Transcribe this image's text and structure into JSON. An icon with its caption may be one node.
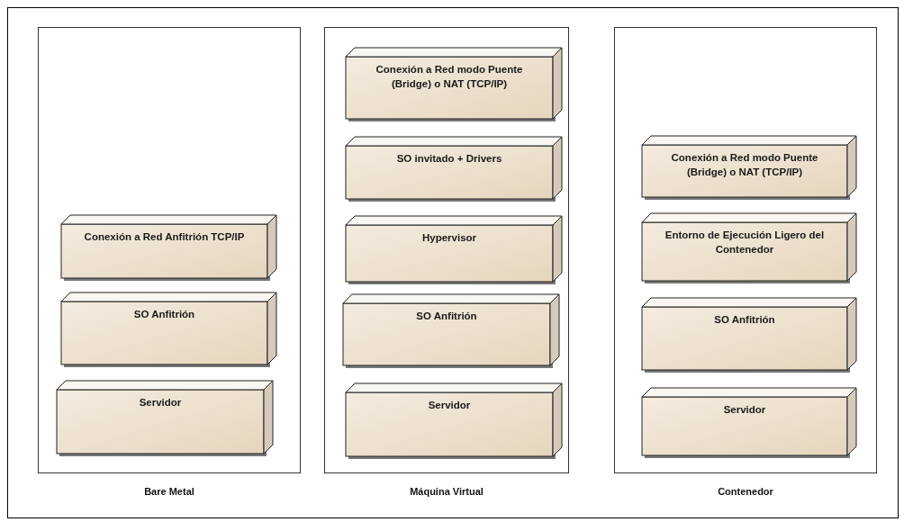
{
  "diagram": {
    "nodes": [
      {
        "text": [
          "Bare Metal"
        ]
      },
      {
        "text": [
          "Conexión a Red Anfitrión TCP/IP"
        ],
        "in": 0
      },
      {
        "text": [
          "SO Anfitrión"
        ],
        "in": 0
      },
      {
        "text": [
          "Servidor"
        ],
        "in": 0
      },
      {
        "text": [
          "Máquina Virtual"
        ]
      },
      {
        "text": [
          "Conexión a Red modo Puente (Bridge) o NAT (TCP/IP)"
        ],
        "in": 4
      },
      {
        "text": [
          "SO invitado + Drivers"
        ],
        "in": 4
      },
      {
        "text": [
          "Hypervisor"
        ],
        "in": 4
      },
      {
        "text": [
          "SO Anfitrión"
        ],
        "in": 4
      },
      {
        "text": [
          "Servidor"
        ],
        "in": 4
      },
      {
        "text": [
          "Contenedor"
        ]
      },
      {
        "text": [
          "Conexión a Red modo Puente (Bridge) o NAT (TCP/IP)"
        ],
        "in": 10
      },
      {
        "text": [
          "Entorno de Ejecución Ligero del Contenedor"
        ],
        "in": 10
      },
      {
        "text": [
          "SO Anfitrión"
        ],
        "in": 10
      },
      {
        "text": [
          "Servidor"
        ],
        "in": 10
      }
    ]
  }
}
